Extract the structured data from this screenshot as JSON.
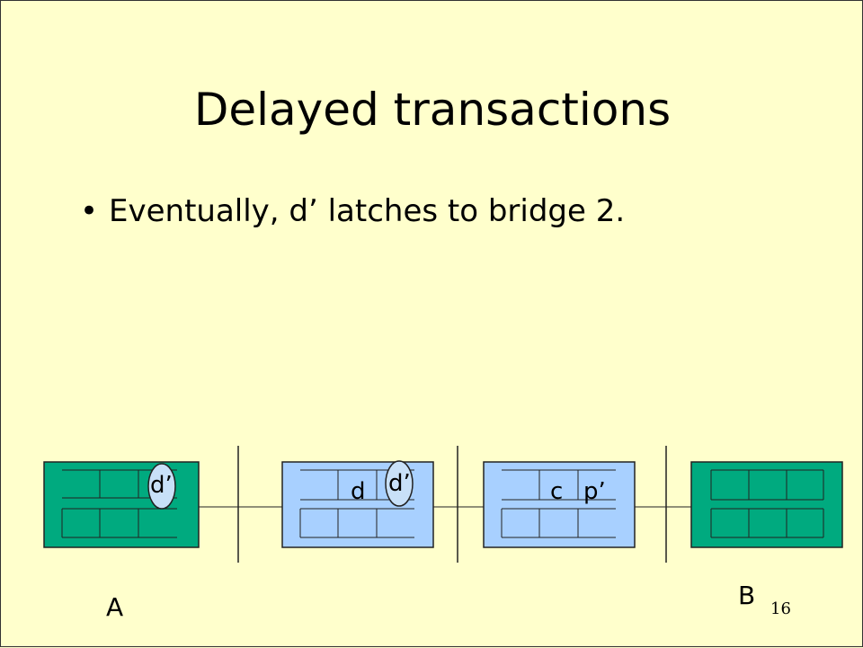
{
  "slide": {
    "title": "Delayed transactions",
    "bullets": [
      "Eventually, d’ latches to bridge 2."
    ],
    "bullet_glyph": "•",
    "page_number": "16"
  },
  "diagram": {
    "colors": {
      "endpoint_fill": "#00aa7f",
      "bridge_fill": "#a8d0ff",
      "token_fill": "#c8e0f8"
    },
    "labels": {
      "a": "A",
      "b": "B",
      "d_prime_left": "d’",
      "d": "d",
      "d_prime_bridge1": "d’",
      "c": "c",
      "p_prime": "p’"
    }
  }
}
